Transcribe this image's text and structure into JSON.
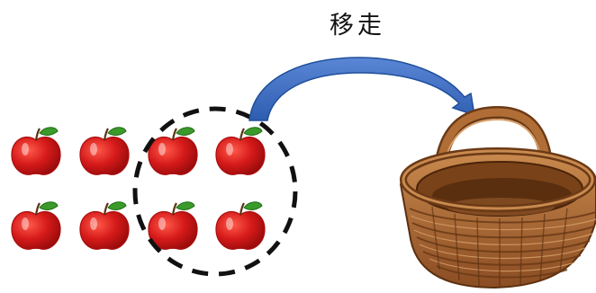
{
  "diagram": {
    "action_label": "移走",
    "apples_total": 8,
    "apples_rows": 2,
    "apples_per_row": 4,
    "apples_circled": 4,
    "colors": {
      "apple": "#d61a1a",
      "apple_dark": "#a80e0e",
      "leaf": "#3a9a2a",
      "arrow": "#3f6fc4",
      "arrow_edge": "#1f4f9a",
      "circle": "#111111",
      "basket": "#a5622f",
      "basket_dark": "#6b3a16",
      "basket_light": "#c98a4e"
    },
    "icons": {
      "apple": "apple-icon",
      "arrow": "curved-arrow",
      "basket": "basket-icon",
      "selection": "dashed-circle"
    }
  }
}
